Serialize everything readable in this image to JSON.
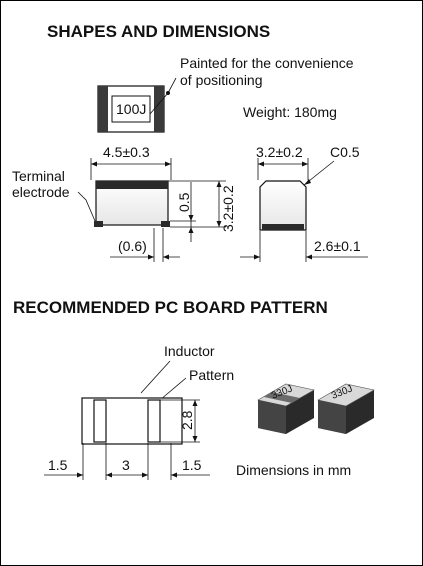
{
  "section1": {
    "heading": "SHAPES AND DIMENSIONS",
    "note_line1": "Painted for the convenience",
    "note_line2": "of positioning",
    "marking": "100J",
    "weight": "Weight: 180mg",
    "dim_length": "4.5±0.3",
    "dim_width": "3.2±0.2",
    "chamfer": "C0.5",
    "terminal_line1": "Terminal",
    "terminal_line2": "electrode",
    "dim_terminal_height": "0.5",
    "dim_height": "3.2±0.2",
    "dim_terminal_width": "(0.6)",
    "dim_side_depth": "2.6±0.1"
  },
  "section2": {
    "heading": "RECOMMENDED PC BOARD PATTERN",
    "label_inductor": "Inductor",
    "label_pattern": "Pattern",
    "dim_pad_height": "2.8",
    "dim_left": "1.5",
    "dim_center": "3",
    "dim_right": "1.5",
    "photo_marking_1": "330J",
    "photo_marking_2": "330J",
    "units_note": "Dimensions in mm"
  },
  "colors": {
    "ink": "#111111",
    "component_dark": "#2a2a2a",
    "component_light": "#f2f2f2"
  }
}
